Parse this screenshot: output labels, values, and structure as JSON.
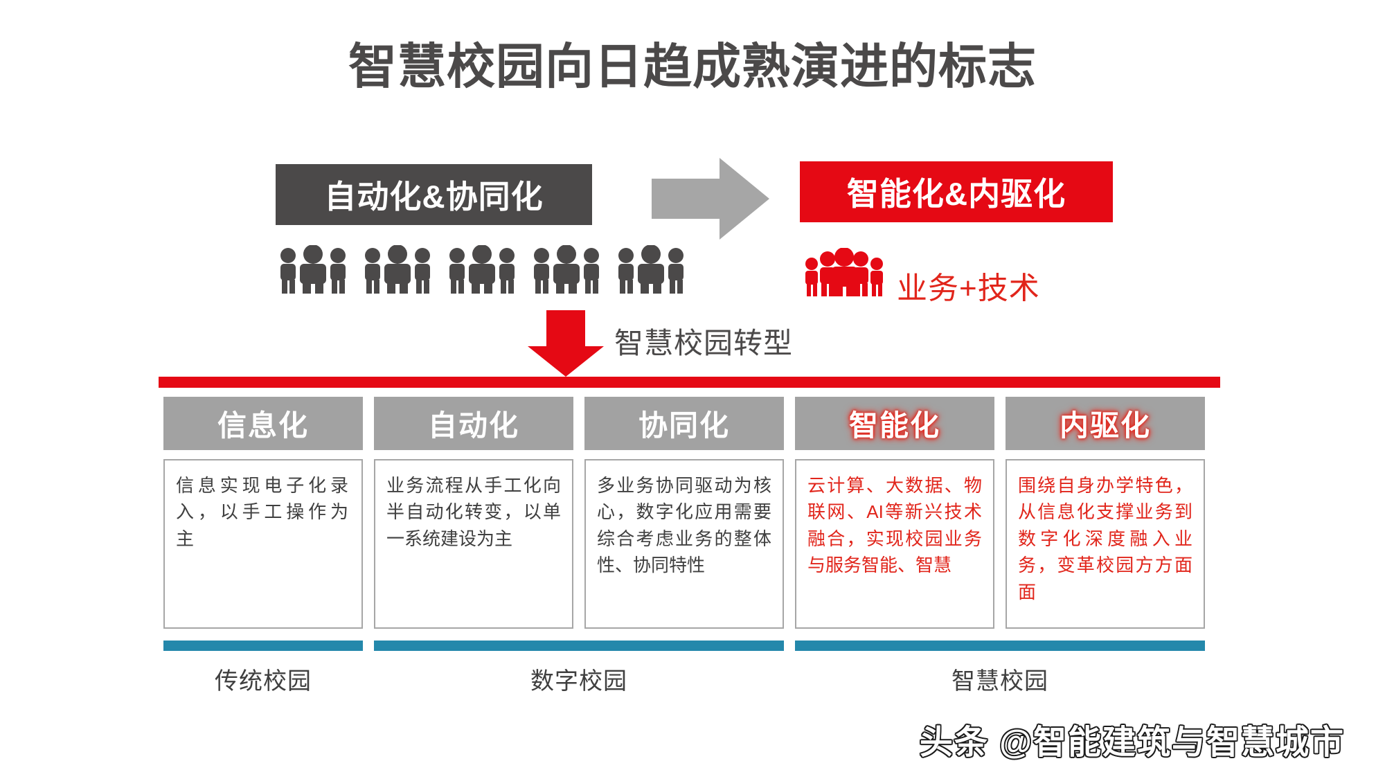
{
  "title": "智慧校园向日趋成熟演进的标志",
  "colors": {
    "dark_gray": "#4b4949",
    "red": "#e50914",
    "text_red": "#e1251b",
    "header_gray": "#a2a2a2",
    "arrow_gray": "#a6a6a6",
    "blue": "#2488ab"
  },
  "stages": {
    "left_box": "自动化&协同化",
    "right_box": "智能化&内驱化",
    "right_caption": "业务+技术",
    "transition_arrow": "right-arrow-icon"
  },
  "transform": {
    "arrow": "down-arrow-icon",
    "label": "智慧校园转型"
  },
  "columns": [
    {
      "header": "信息化",
      "accent": false,
      "body": "信息实现电子化录入，以手工操作为主"
    },
    {
      "header": "自动化",
      "accent": false,
      "body": "业务流程从手工化向半自动化转变，以单一系统建设为主"
    },
    {
      "header": "协同化",
      "accent": false,
      "body": "多业务协同驱动为核心，数字化应用需要综合考虑业务的整体性、协同特性"
    },
    {
      "header": "智能化",
      "accent": true,
      "body": "云计算、大数据、物联网、AI等新兴技术融合，实现校园业务与服务智能、智慧"
    },
    {
      "header": "内驱化",
      "accent": true,
      "body": "围绕自身办学特色，从信息化支撑业务到数字化深度融入业务，变革校园方方面面"
    }
  ],
  "phases": [
    {
      "label": "传统校园"
    },
    {
      "label": "数字校园"
    },
    {
      "label": "智慧校园"
    }
  ],
  "watermark": "头条 @智能建筑与智慧城市"
}
